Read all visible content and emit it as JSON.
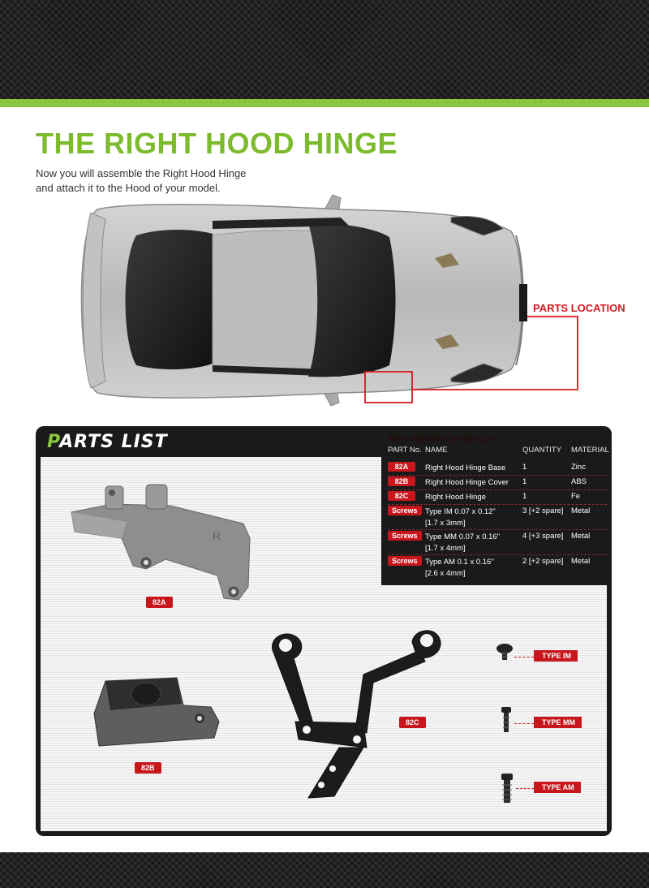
{
  "header": {
    "title": "THE RIGHT HOOD HINGE",
    "intro_line1": "Now you will assemble the Right Hood Hinge",
    "intro_line2": "and attach it to the Hood of your model.",
    "parts_location_label": "PARTS LOCATION"
  },
  "colors": {
    "accent_green": "#8cc63f",
    "title_green": "#7dbb2e",
    "tag_red": "#c8161d",
    "panel_dark": "#1a1a1a"
  },
  "parts_list": {
    "title_first_letter": "P",
    "title_rest": "ARTS LIST",
    "table": {
      "heading": "PART IDENTIFICATION LIST",
      "columns": [
        "PART No.",
        "NAME",
        "QUANTITY",
        "MATERIAL"
      ],
      "rows": [
        {
          "part_no": "82A",
          "name": "Right Hood Hinge Base",
          "quantity": "1",
          "material": "Zinc"
        },
        {
          "part_no": "82B",
          "name": "Right Hood Hinge Cover",
          "quantity": "1",
          "material": "ABS"
        },
        {
          "part_no": "82C",
          "name": "Right Hood Hinge",
          "quantity": "1",
          "material": "Fe"
        },
        {
          "part_no": "Screws",
          "name": "Type IM  0.07 x 0.12\"",
          "name2": "[1.7 x 3mm]",
          "quantity": "3 [+2 spare]",
          "material": "Metal"
        },
        {
          "part_no": "Screws",
          "name": "Type MM  0.07 x 0.16\"",
          "name2": "[1.7 x 4mm]",
          "quantity": "4 [+3 spare]",
          "material": "Metal"
        },
        {
          "part_no": "Screws",
          "name": "Type AM  0.1 x 0.16\"",
          "name2": "[2.6 x 4mm]",
          "quantity": "2 [+2 spare]",
          "material": "Metal"
        }
      ]
    },
    "part_labels": {
      "a": "82A",
      "b": "82B",
      "c": "82C"
    },
    "screw_labels": {
      "im": "TYPE IM",
      "mm": "TYPE MM",
      "am": "TYPE AM"
    }
  }
}
